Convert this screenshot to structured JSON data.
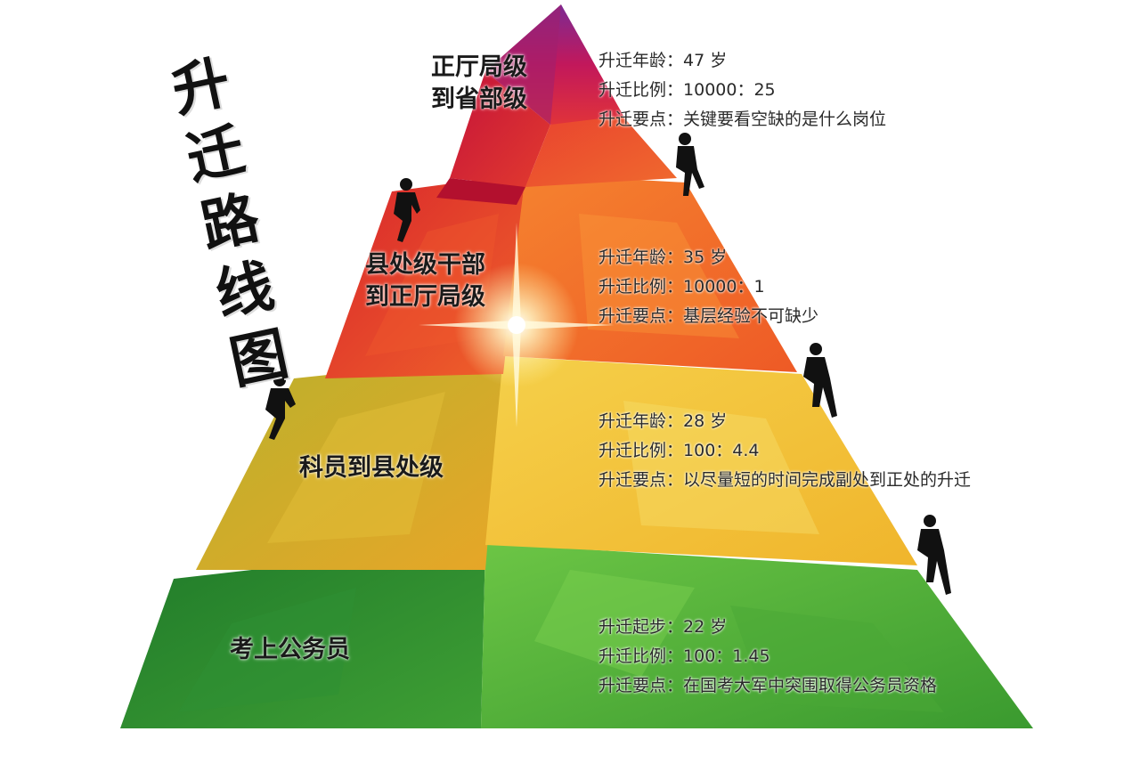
{
  "title_chars": [
    "升",
    "迁",
    "路",
    "线",
    "图"
  ],
  "levels": [
    {
      "name_lines": [
        "正厅局级",
        "到省部级"
      ],
      "info": [
        {
          "label": "升迁年龄",
          "value": "47 岁"
        },
        {
          "label": "升迁比例",
          "value": "10000：25"
        },
        {
          "label": "升迁要点",
          "value": "关键要看空缺的是什么岗位"
        }
      ]
    },
    {
      "name_lines": [
        "县处级干部",
        "到正厅局级"
      ],
      "info": [
        {
          "label": "升迁年龄",
          "value": "35 岁"
        },
        {
          "label": "升迁比例",
          "value": "10000：1"
        },
        {
          "label": "升迁要点",
          "value": "基层经验不可缺少"
        }
      ]
    },
    {
      "name_lines": [
        "科员到县处级"
      ],
      "info": [
        {
          "label": "升迁年龄",
          "value": "28 岁"
        },
        {
          "label": "升迁比例",
          "value": "100：4.4"
        },
        {
          "label": "升迁要点",
          "value": "以尽量短的时间完成副处到正处的升迁"
        }
      ]
    },
    {
      "name_lines": [
        "考上公务员"
      ],
      "info": [
        {
          "label": "升迁起步",
          "value": "22 岁"
        },
        {
          "label": "升迁比例",
          "value": "100：1.45"
        },
        {
          "label": "升迁要点",
          "value": "在国考大军中突围取得公务员资格"
        }
      ]
    }
  ],
  "colors": {
    "tier_top_left": "#d81e3a",
    "tier_top_right": "#e64a3a",
    "tier_apex": "#8e2d8f",
    "tier2_left": "#e8362b",
    "tier2_right": "#f27a2a",
    "tier3_left": "#d9b02a",
    "tier3_right": "#f2c33a",
    "tier4_left": "#2f8a2f",
    "tier4_right": "#5cbd3c",
    "text": "#2a2a2a"
  },
  "icons": [
    "climber-silhouette-icon",
    "light-flare-icon"
  ]
}
